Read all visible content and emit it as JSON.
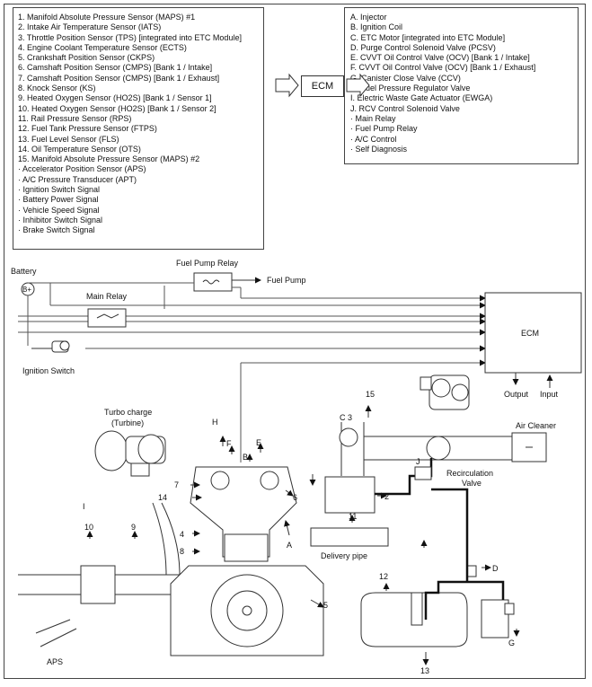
{
  "inputs": [
    "1. Manifold Absolute Pressure Sensor (MAPS) #1",
    "2. Intake Air Temperature Sensor (IATS)",
    "3. Throttle Position Sensor (TPS) [integrated into ETC Module]",
    "4. Engine Coolant Temperature Sensor (ECTS)",
    "5. Crankshaft Position Sensor (CKPS)",
    "6. Camshaft Position Sensor (CMPS) [Bank 1 / Intake]",
    "7. Camshaft Position Sensor (CMPS) [Bank 1 / Exhaust]",
    "8. Knock Sensor (KS)",
    "9. Heated Oxygen Sensor (HO2S) [Bank 1 / Sensor 1]",
    "10. Heated Oxygen Sensor (HO2S) [Bank 1 / Sensor 2]",
    "11. Rail Pressure Sensor (RPS)",
    "12. Fuel Tank Pressure Sensor (FTPS)",
    "13. Fuel Level Sensor (FLS)",
    "14. Oil Temperature Sensor (OTS)",
    "15. Manifold Absolute Pressure Sensor (MAPS) #2",
    "· Accelerator Position Sensor (APS)",
    "· A/C Pressure Transducer (APT)",
    "· Ignition Switch Signal",
    "· Battery Power Signal",
    "· Vehicle Speed Signal",
    "· Inhibitor Switch Signal",
    "· Brake Switch Signal"
  ],
  "ecm_label": "ECM",
  "outputs": [
    "A. Injector",
    "B. Ignition Coil",
    "C. ETC Motor [integrated into ETC Module]",
    "D. Purge Control Solenoid Valve (PCSV)",
    "E. CVVT Oil Control Valve (OCV) [Bank 1 / Intake]",
    "F. CVVT Oil Control Valve (OCV) [Bank 1 / Exhaust]",
    "G. Canister Close Valve (CCV)",
    "H. Fuel Pressure Regulator Valve",
    "I. Electric Waste Gate Actuator (EWGA)",
    "J. RCV Control Solenoid Valve",
    "· Main Relay",
    "· Fuel Pump Relay",
    "· A/C Control",
    "· Self Diagnosis"
  ],
  "diagram": {
    "battery": "Battery",
    "battery_symbol": "B+",
    "fuel_pump_relay": "Fuel Pump Relay",
    "fuel_pump": "Fuel Pump",
    "main_relay": "Main Relay",
    "ignition_switch": "Ignition Switch",
    "ecm": "ECM",
    "output": "Output",
    "input": "Input",
    "air_cleaner": "Air Cleaner",
    "turbo_line1": "Turbo charge",
    "turbo_line2": "(Turbine)",
    "recirc_line1": "Recirculation",
    "recirc_line2": "Valve",
    "delivery_pipe": "Delivery pipe",
    "aps": "APS",
    "labels": {
      "n15": "15",
      "c3": "C 3",
      "h": "H",
      "f": "F",
      "e": "E",
      "b": "B",
      "j": "J",
      "n7": "7",
      "n14": "14",
      "n6": "6",
      "n2": "2",
      "n11": "11",
      "i": "I",
      "n10": "10",
      "n9": "9",
      "n4": "4",
      "n8": "8",
      "a": "A",
      "n12": "12",
      "n5": "5",
      "d": "D",
      "g": "G",
      "n13": "13"
    }
  }
}
